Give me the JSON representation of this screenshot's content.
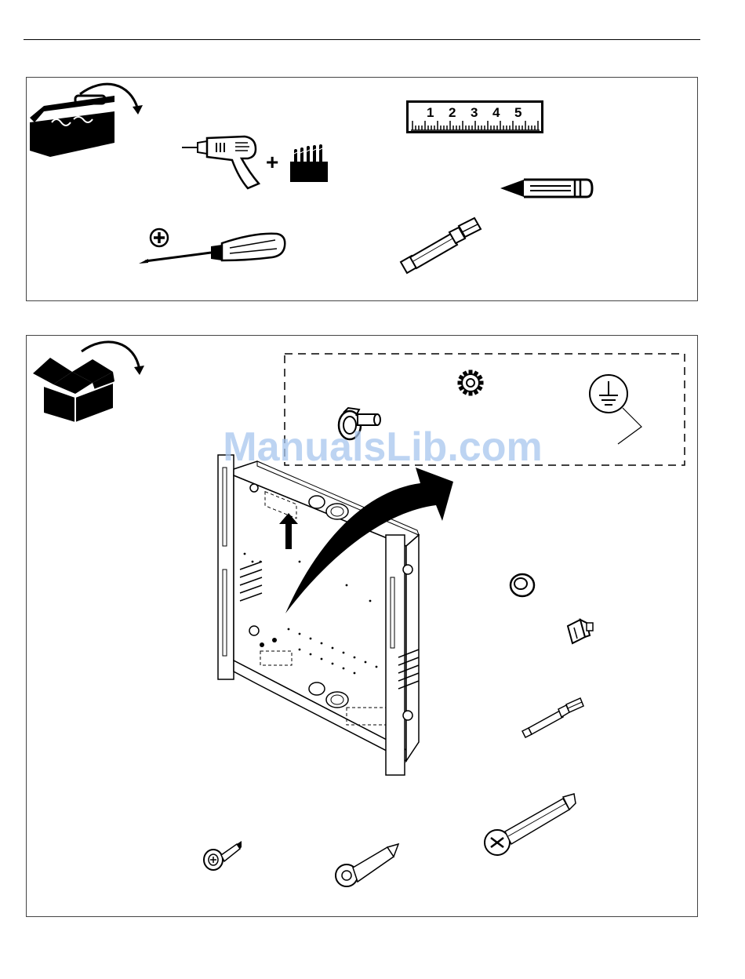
{
  "watermark": {
    "text": "ManualsLib.com"
  },
  "tools_panel": {
    "ruler_numbers": [
      "1",
      "2",
      "3",
      "4",
      "5"
    ],
    "plus_sign": "+",
    "icons": [
      "toolbox-icon",
      "power-drill-icon",
      "drill-bits-icon",
      "ruler-icon",
      "pencil-icon",
      "phillips-screwdriver-icon",
      "hex-driver-bit-icon"
    ]
  },
  "parts_panel": {
    "icons": [
      "open-box-icon",
      "cable-clamp-icon",
      "lock-washer-icon",
      "ground-symbol-icon",
      "back-box-icon",
      "grommet-icon",
      "wire-clip-icon",
      "driver-bit-icon",
      "small-screw-icon",
      "anchor-screw-icon",
      "long-screw-icon"
    ]
  },
  "colors": {
    "ink": "#000000",
    "paper": "#ffffff",
    "watermark": "#a8c6ee"
  }
}
